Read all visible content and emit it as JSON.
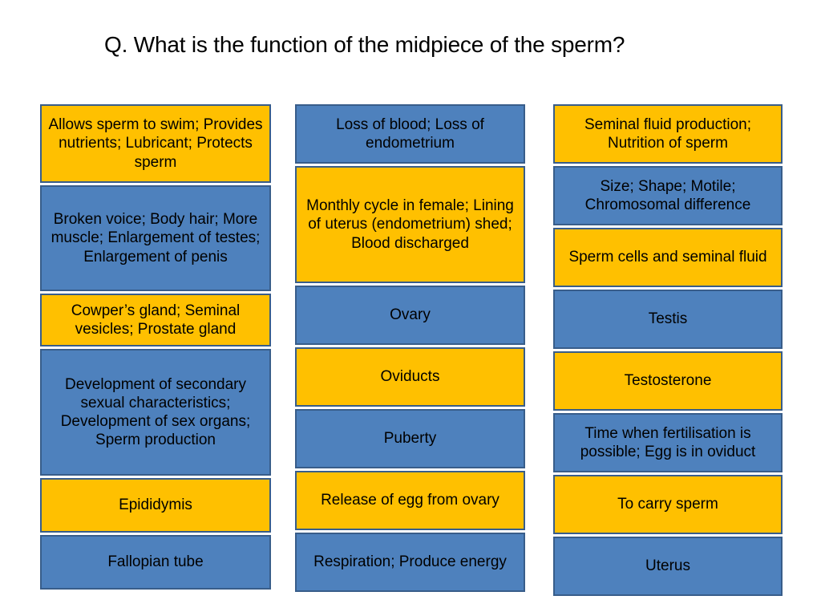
{
  "slide": {
    "title": "Q. What is the function of the midpiece of the sperm?",
    "background_color": "#FFFFFF",
    "yellow_color": "#FFC000",
    "blue_color": "#4E81BD",
    "border_color": "#385D8A"
  },
  "columns": [
    {
      "name": "column-1",
      "boxes": [
        {
          "style": "yellow",
          "text": "Allows sperm to swim; Provides nutrients; Lubricant; Protects sperm",
          "height": 98
        },
        {
          "style": "blue",
          "text": "Broken voice; Body hair; More muscle; Enlargement of testes; Enlargement of penis",
          "height": 132
        },
        {
          "style": "yellow",
          "text": "Cowper’s gland; Seminal vesicles; Prostate gland",
          "height": 66
        },
        {
          "style": "blue",
          "text": "Development of secondary sexual characteristics; Development of sex organs; Sperm production",
          "height": 158
        },
        {
          "style": "yellow",
          "text": "Epididymis",
          "height": 68
        },
        {
          "style": "blue",
          "text": "Fallopian tube",
          "height": 68
        }
      ]
    },
    {
      "name": "column-2",
      "boxes": [
        {
          "style": "blue",
          "text": "Loss of blood; Loss of endometrium",
          "height": 74
        },
        {
          "style": "yellow",
          "text": "Monthly cycle in female; Lining of uterus (endometrium) shed; Blood discharged",
          "height": 146
        },
        {
          "style": "blue",
          "text": "Ovary",
          "height": 74
        },
        {
          "style": "yellow",
          "text": "Oviducts",
          "height": 74
        },
        {
          "style": "blue",
          "text": "Puberty",
          "height": 74
        },
        {
          "style": "yellow",
          "text": "Release of egg from ovary",
          "height": 74
        },
        {
          "style": "blue",
          "text": "Respiration; Produce energy",
          "height": 74
        }
      ]
    },
    {
      "name": "column-3",
      "boxes": [
        {
          "style": "yellow",
          "text": "Seminal fluid production; Nutrition of sperm",
          "height": 74
        },
        {
          "style": "blue",
          "text": "Size; Shape; Motile; Chromosomal difference",
          "height": 74
        },
        {
          "style": "yellow",
          "text": "Sperm cells and seminal fluid",
          "height": 74
        },
        {
          "style": "blue",
          "text": "Testis",
          "height": 74
        },
        {
          "style": "yellow",
          "text": "Testosterone",
          "height": 74
        },
        {
          "style": "blue",
          "text": "Time when fertilisation is possible; Egg is in oviduct",
          "height": 74
        },
        {
          "style": "yellow",
          "text": "To carry sperm",
          "height": 74
        },
        {
          "style": "blue",
          "text": "Uterus",
          "height": 74
        }
      ]
    }
  ]
}
